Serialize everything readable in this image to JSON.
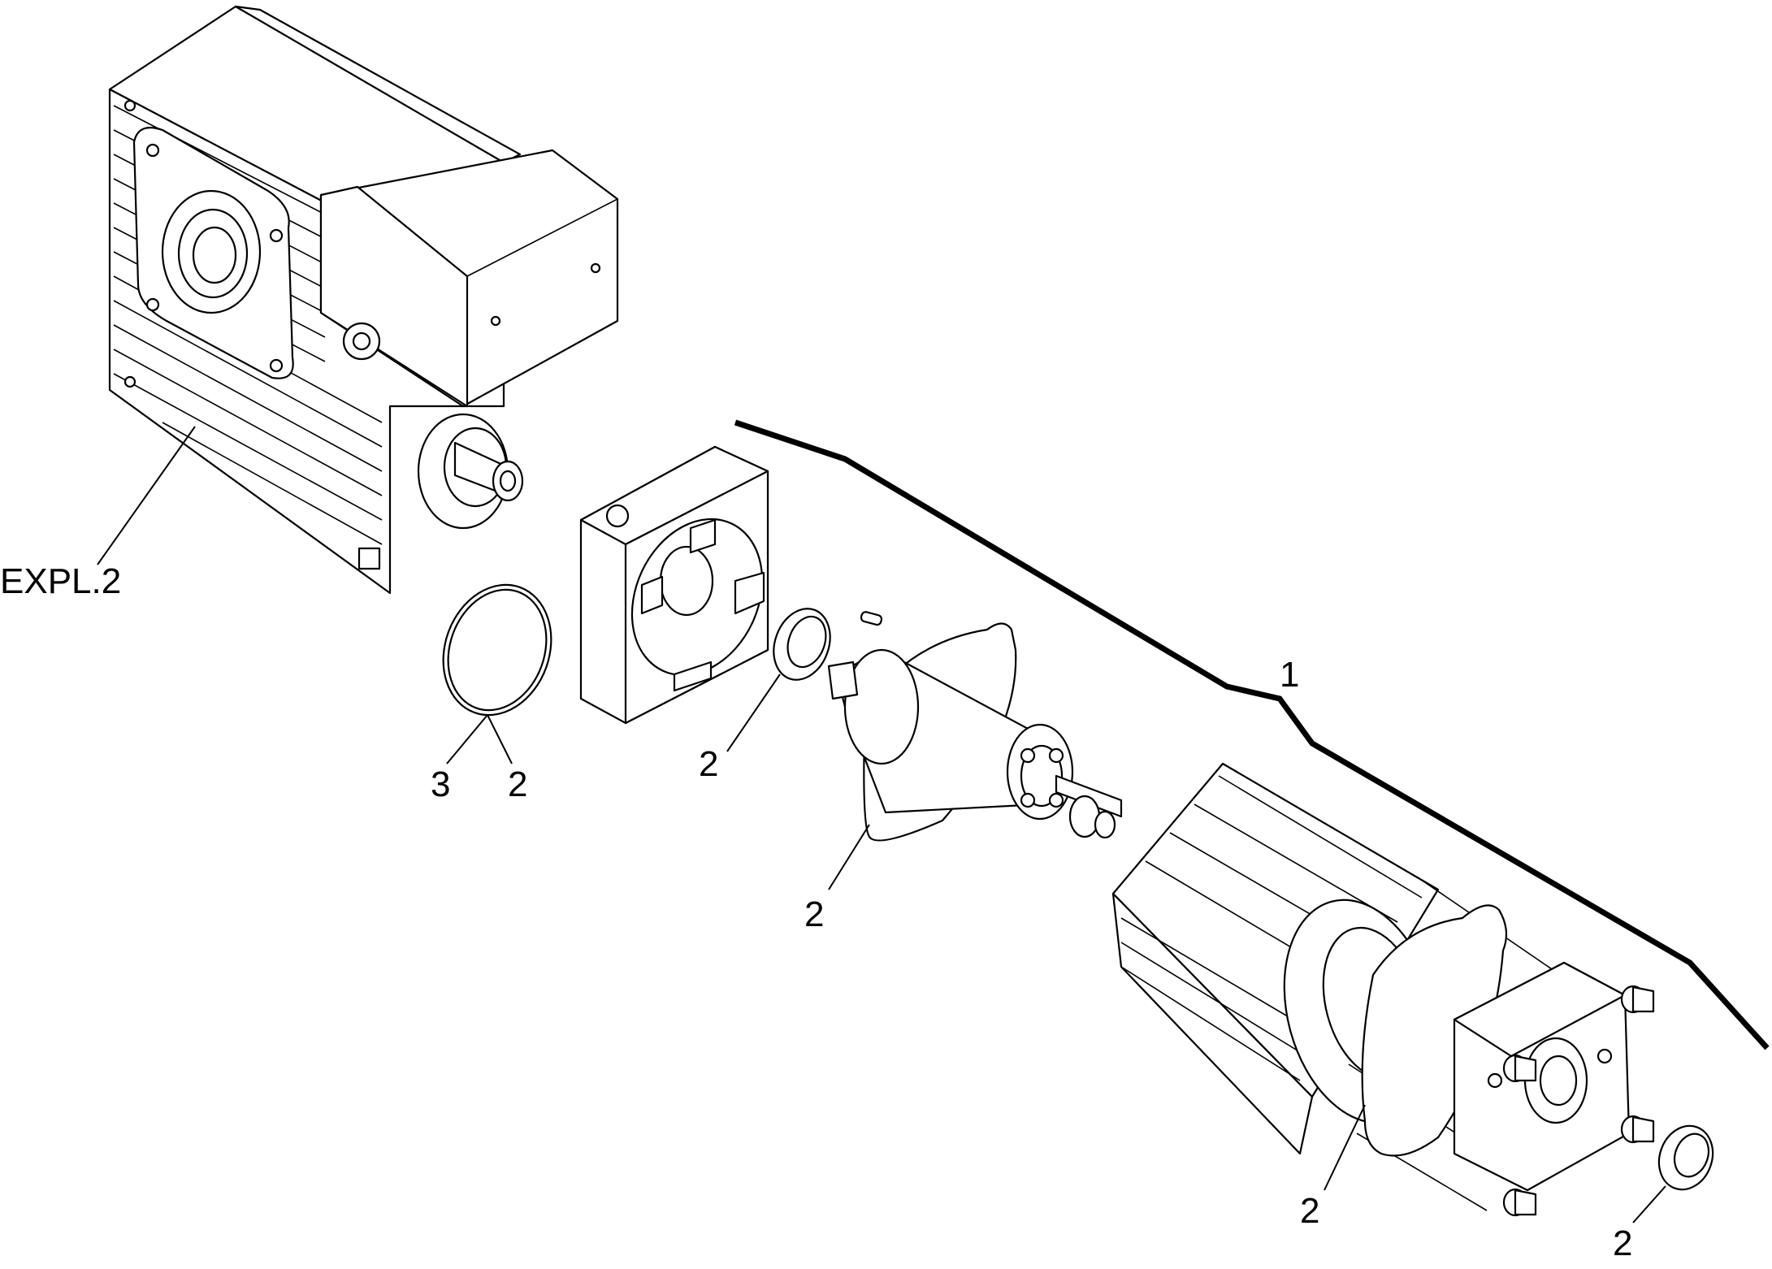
{
  "labels": {
    "assembly_ref": "EXPL.2",
    "group_number": "1",
    "oring_item": "3",
    "oring_qty": "2",
    "seal_qty": "2",
    "gasket_qty": "2",
    "rear_gasket_qty": "2",
    "end_seal_qty": "2"
  }
}
